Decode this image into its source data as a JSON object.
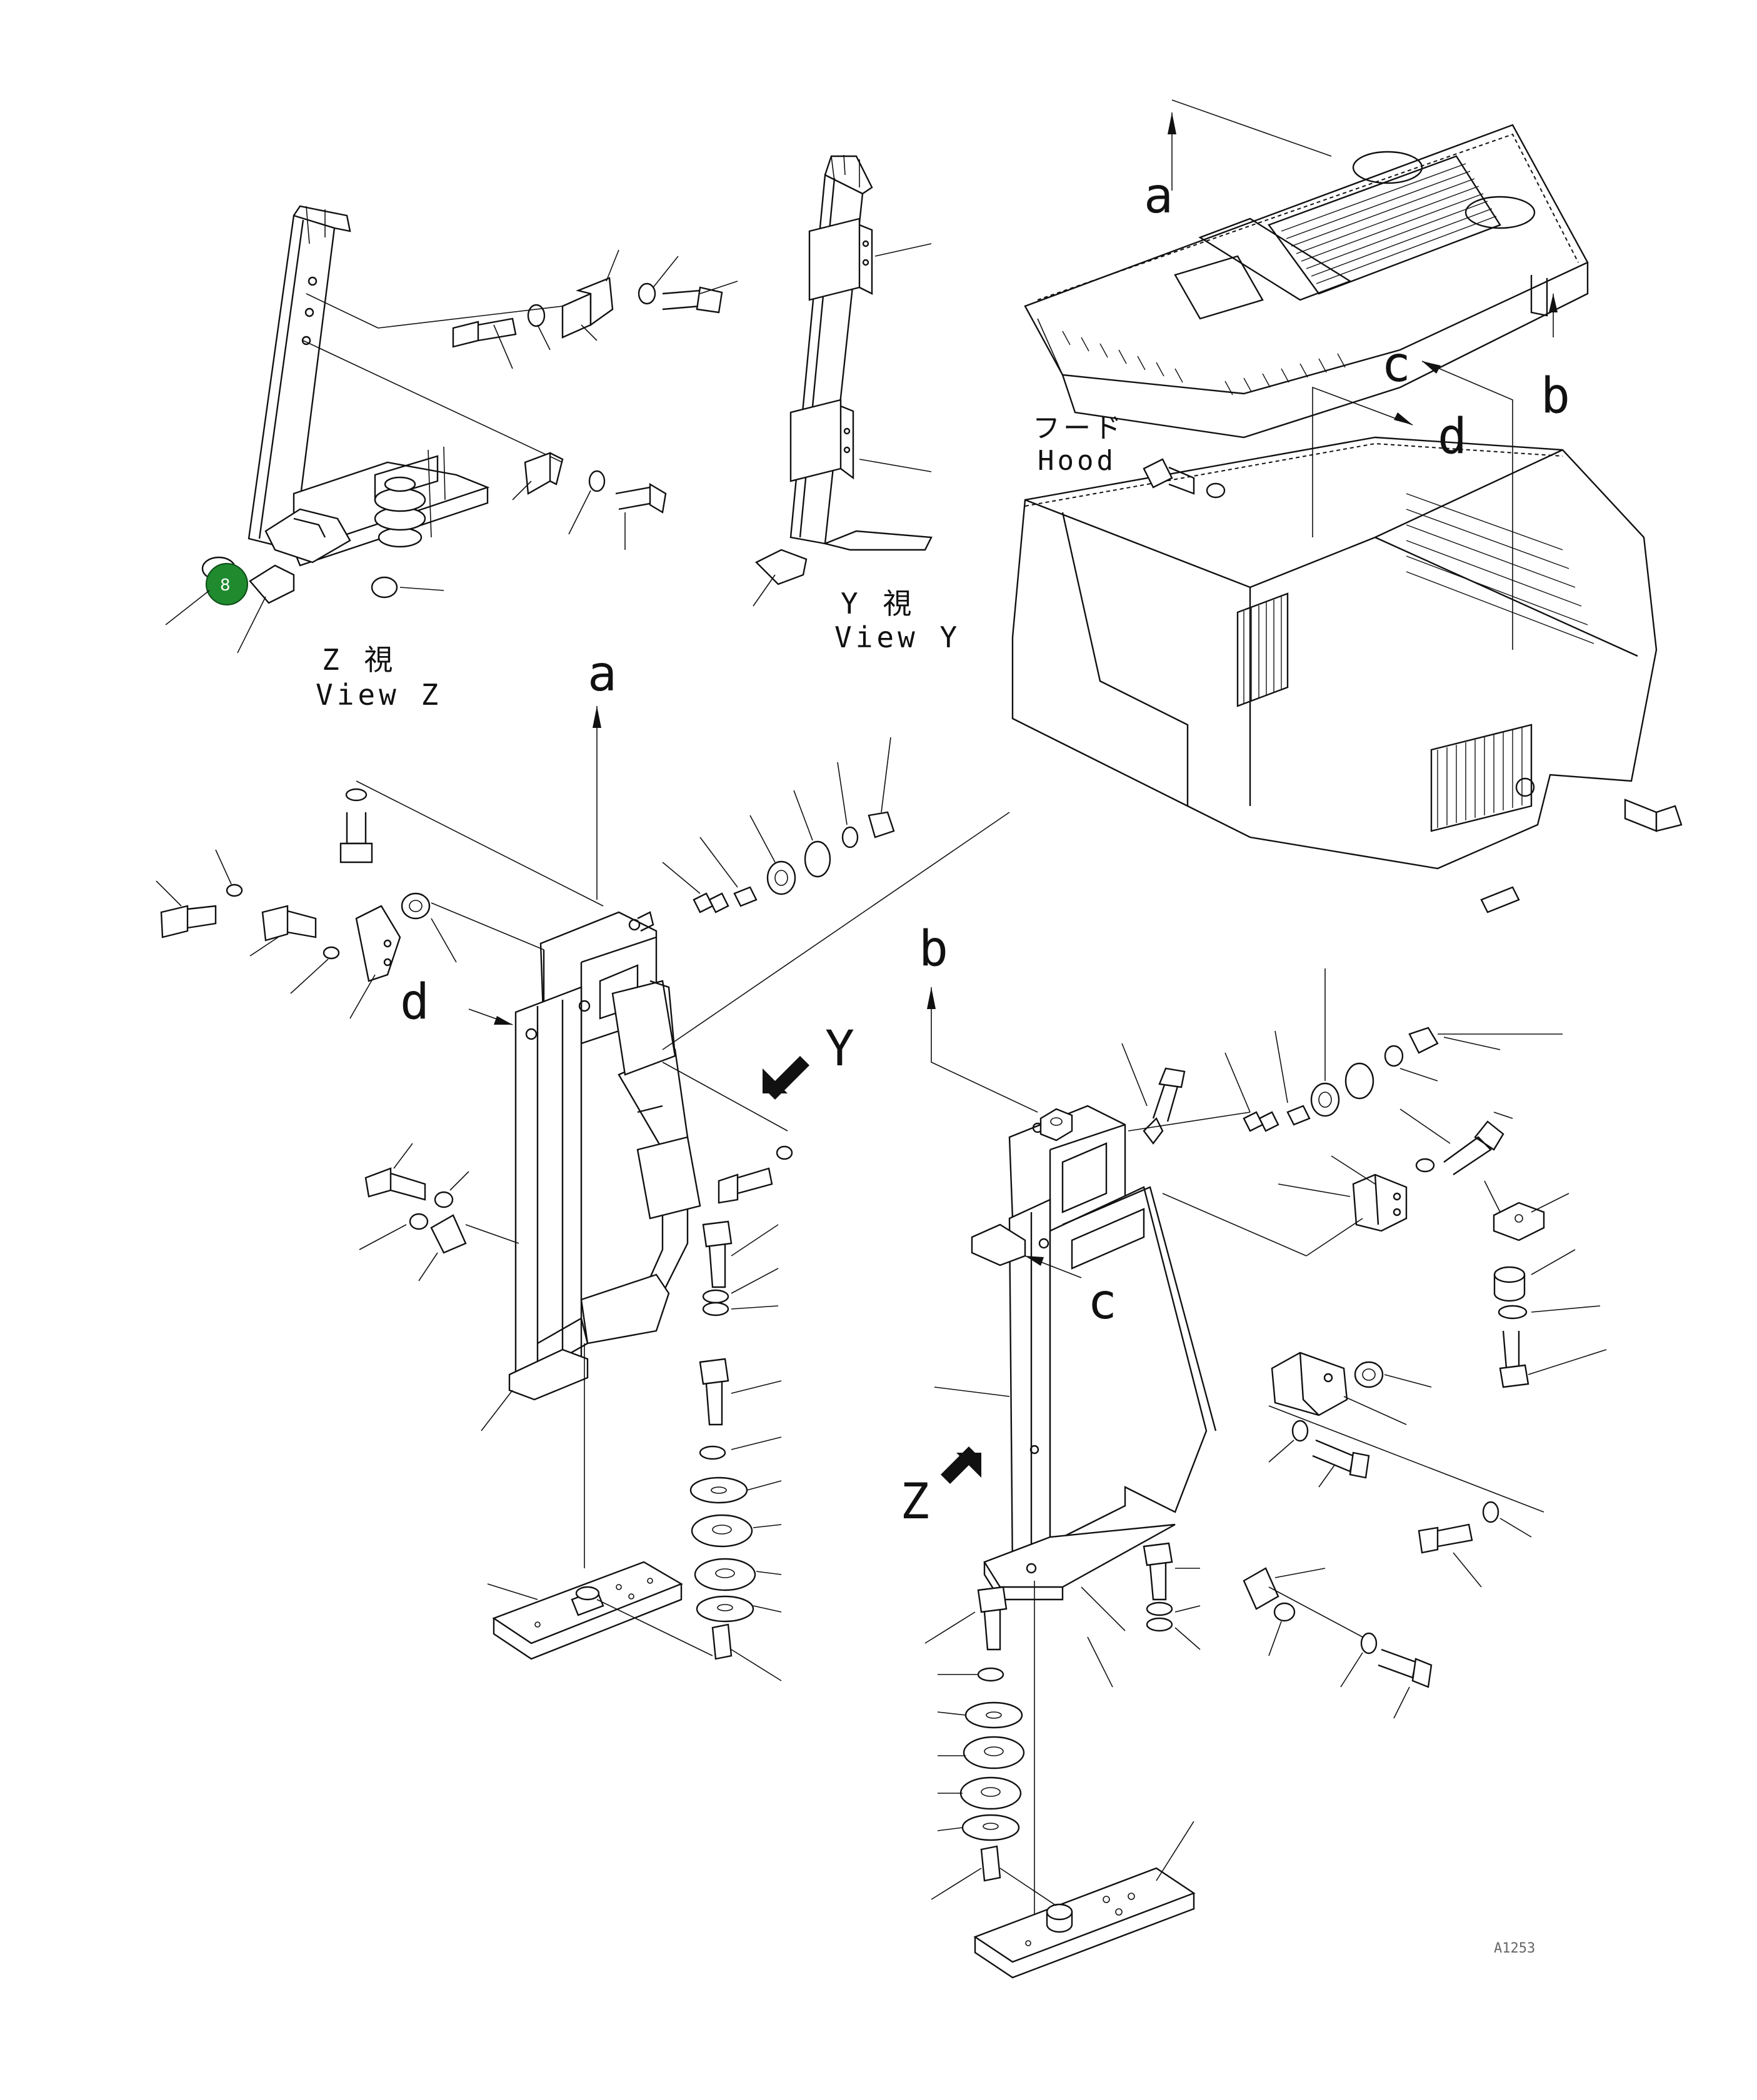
{
  "diagram": {
    "labels": {
      "a_top": "a",
      "a_mid": "a",
      "b_top": "b",
      "b_mid": "b",
      "c_top": "c",
      "c_mid": "c",
      "d_top": "d",
      "d_mid": "d",
      "y_arrow": "Y",
      "z_arrow": "Z"
    },
    "views": {
      "z_jp": "Z 視",
      "z_en": "View Z",
      "y_jp": "Y 視",
      "y_en": "View Y"
    },
    "hood": {
      "jp": "フード",
      "en": "Hood"
    },
    "callout": {
      "number": "8",
      "color": "#1f8a2e"
    },
    "drawing_code": "A1253"
  }
}
